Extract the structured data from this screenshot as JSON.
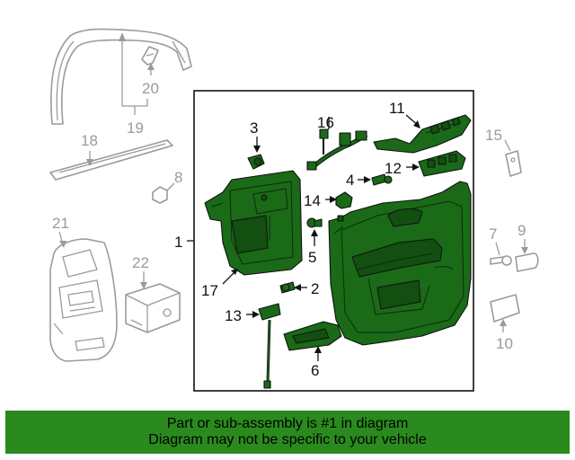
{
  "callouts": {
    "c1": "1",
    "c2": "2",
    "c3": "3",
    "c4": "4",
    "c5": "5",
    "c6": "6",
    "c7": "7",
    "c8": "8",
    "c9": "9",
    "c10": "10",
    "c11": "11",
    "c12": "12",
    "c13": "13",
    "c14": "14",
    "c15": "15",
    "c16": "16",
    "c17": "17",
    "c18": "18",
    "c19": "19",
    "c20": "20",
    "c21": "21",
    "c22": "22"
  },
  "banner": {
    "line1": "Part or sub-assembly is #1 in diagram",
    "line2": "Diagram may not be specific to your vehicle"
  },
  "colors": {
    "highlight": "#1a6a18",
    "banner": "#2a8a1e",
    "other_parts": "#9a9a9a"
  }
}
